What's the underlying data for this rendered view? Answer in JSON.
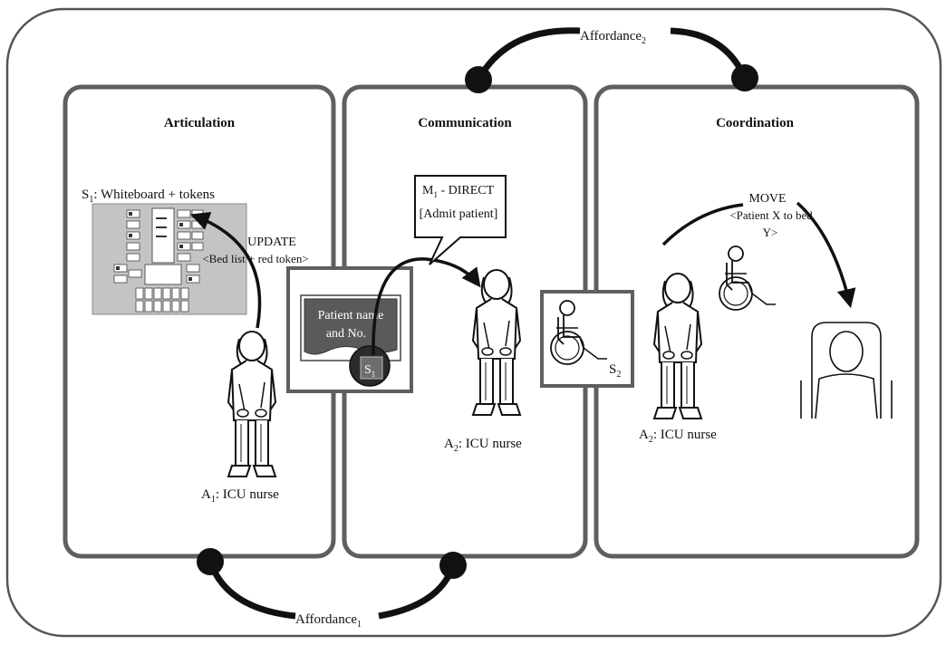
{
  "panels": {
    "articulation": {
      "title": "Articulation",
      "system_label": {
        "letter": "S",
        "sub": "1",
        "rest": ": Whiteboard + tokens"
      },
      "action": "UPDATE",
      "action_detail": "<Bed list + red token>",
      "actor": {
        "letter": "A",
        "sub": "1",
        "rest": ": ICU nurse"
      }
    },
    "communication": {
      "title": "Communication",
      "message": {
        "letter": "M",
        "sub": "1",
        "rest": " - DIRECT",
        "line2": "[Admit patient]"
      },
      "card_text": [
        "Patient name",
        "and No."
      ],
      "card_badge": {
        "letter": "S",
        "sub": "1"
      },
      "actor": {
        "letter": "A",
        "sub": "2",
        "rest": ": ICU nurse"
      }
    },
    "coordination": {
      "title": "Coordination",
      "action": "MOVE",
      "action_detail": [
        "<Patient X to bed",
        "Y>"
      ],
      "actor": {
        "letter": "A",
        "sub": "2",
        "rest": ": ICU nurse"
      }
    }
  },
  "wheelchair_label": {
    "letter": "S",
    "sub": "2"
  },
  "affordances": {
    "top": {
      "name": "Affordance",
      "sub": "2"
    },
    "bottom": {
      "name": "Affordance",
      "sub": "1"
    }
  },
  "colors": {
    "panel_border": "#5f5f5f",
    "outer_border": "#555555",
    "connector": "#111111",
    "card_fill": "#5a5a5a",
    "board_fill": "#c4c4c4"
  }
}
